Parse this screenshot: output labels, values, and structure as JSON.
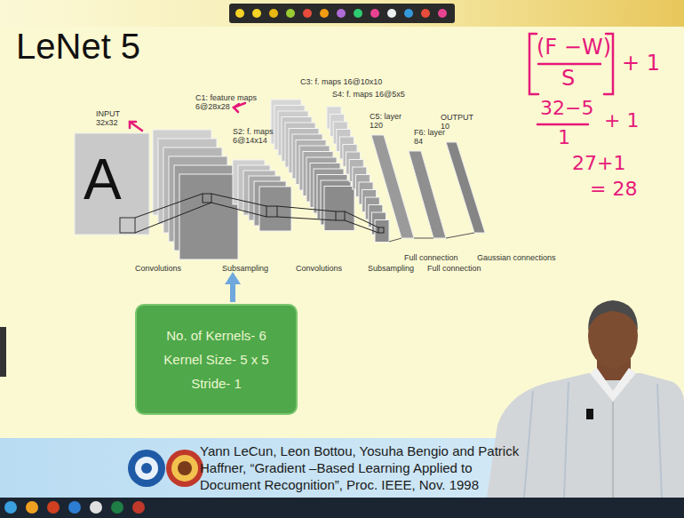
{
  "diagram": {
    "title": "LeNet 5",
    "nodes": [
      {
        "text": [
          "No. of Kernels- 6",
          "Kernel Size- 5 x 5",
          "Stride- 1"
        ]
      }
    ],
    "labels": [
      "INPUT",
      "32x32",
      "C1: feature maps",
      "6@28x28",
      "S2: f. maps",
      "6@14x14",
      "C3: f. maps 16@10x10",
      "S4: f. maps 16@5x5",
      "C5: layer",
      "120",
      "F6: layer",
      "84",
      "OUTPUT",
      "10",
      "Convolutions",
      "Subsampling",
      "Convolutions",
      "Subsampling",
      "Full connection",
      "Full connection",
      "Gaussian connections",
      "A",
      "(F −W)",
      "S",
      "+ 1",
      "32−5",
      "1",
      "+ 1",
      "27+1",
      "= 28",
      "Yann LeCun, Leon Bottou, Yosuha Bengio and Patrick Haffner, “Gradient –Based Learning Applied to Document Recognition”, Proc. IEEE, Nov. 1998"
    ]
  }
}
